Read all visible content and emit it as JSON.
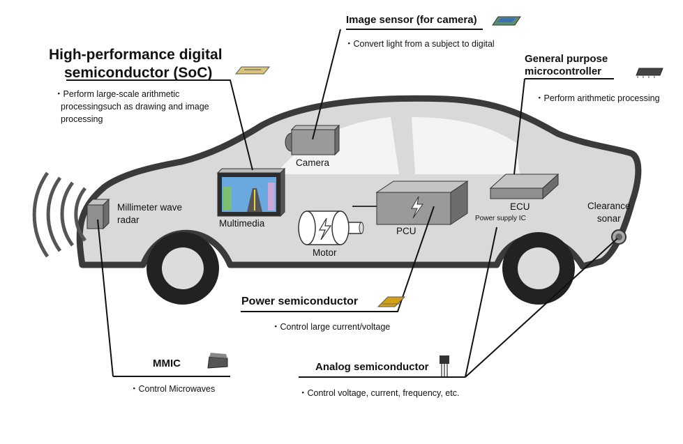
{
  "soc": {
    "title_line1": "High-performance digital",
    "title_line2": "semiconductor (SoC)",
    "desc_line1": "・Perform large-scale arithmetic",
    "desc_line2": "processingsuch as  drawing and image",
    "desc_line3": "processing"
  },
  "image_sensor": {
    "title": "Image sensor (for camera)",
    "desc": "・Convert light from a subject to digital"
  },
  "mcu": {
    "title_line1": "General purpose",
    "title_line2": "microcontroller",
    "desc": "・Perform arithmetic processing"
  },
  "power": {
    "title": "Power semiconductor",
    "desc": "・Control large current/voltage"
  },
  "mmic": {
    "title": "MMIC",
    "desc": "・Control Microwaves"
  },
  "analog": {
    "title": "Analog semiconductor",
    "desc": "・Control voltage, current, frequency, etc."
  },
  "components": {
    "camera": "Camera",
    "multimedia": "Multimedia",
    "radar_line1": "Millimeter wave",
    "radar_line2": "radar",
    "motor": "Motor",
    "pcu": "PCU",
    "ecu": "ECU",
    "power_ic": "Power supply IC",
    "sonar_line1": "Clearance",
    "sonar_line2": "sonar"
  },
  "colors": {
    "car_body": "#d9d9d9",
    "car_outline": "#3a3a3a",
    "device_gray": "#9a9a9a",
    "wheel": "#222222",
    "chip_gold": "#d4a017"
  }
}
